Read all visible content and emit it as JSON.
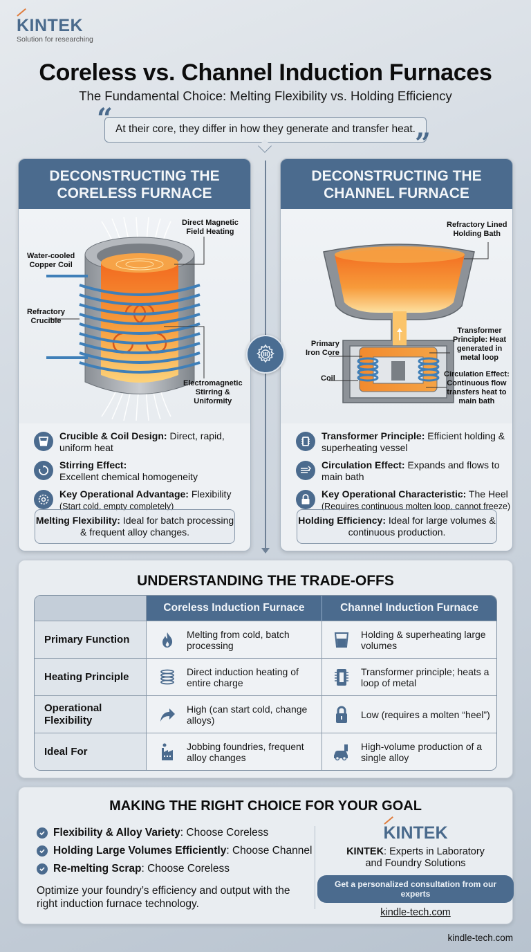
{
  "logo": {
    "word": "KINTEK",
    "tagline": "Solution for researching"
  },
  "header": {
    "title": "Coreless vs. Channel Induction Furnaces",
    "subtitle": "The Fundamental Choice: Melting Flexibility vs. Holding Efficiency",
    "quote": "At their core, they differ in how they generate and transfer heat.",
    "quote_open": "“",
    "quote_close": "”"
  },
  "coreless": {
    "heading_line1": "DECONSTRUCTING THE",
    "heading_line2": "CORELESS FURNACE",
    "callouts": {
      "magnetic": [
        "Direct Magnetic",
        "Field Heating"
      ],
      "coil": [
        "Water-cooled",
        "Copper Coil"
      ],
      "crucible": [
        "Refractory",
        "Crucible"
      ],
      "stirring": [
        "Electromagnetic",
        "Stirring &",
        "Uniformity"
      ]
    },
    "features": [
      {
        "icon": "crucible-icon",
        "title": "Crucible & Coil Design:",
        "text": " Direct, rapid, uniform heat"
      },
      {
        "icon": "stir-icon",
        "title": "Stirring Effect:",
        "text": "Excellent chemical homogeneity"
      },
      {
        "icon": "gear-flex-icon",
        "title": "Key Operational Advantage:",
        "text": " Flexibility",
        "note": "(Start cold, empty completely)"
      }
    ],
    "summary_title": "Melting Flexibility:",
    "summary_text": " Ideal for batch processing & frequent alloy changes."
  },
  "channel": {
    "heading_line1": "DECONSTRUCTING THE",
    "heading_line2": "CHANNEL FURNACE",
    "callouts": {
      "bath": [
        "Refractory Lined",
        "Holding Bath"
      ],
      "transformer": [
        "Transformer",
        "Principle: Heat",
        "generated in",
        "metal loop"
      ],
      "core": [
        "Primary",
        "Iron Core"
      ],
      "coil": [
        "Coil"
      ],
      "circulation": [
        "Circulation Effect:",
        "Continuous flow",
        "transfers heat to",
        "main bath"
      ]
    },
    "features": [
      {
        "icon": "chip-icon",
        "title": "Transformer Principle:",
        "text": " Efficient holding & superheating vessel"
      },
      {
        "icon": "flow-icon",
        "title": "Circulation Effect:",
        "text": " Expands and flows to main bath"
      },
      {
        "icon": "lock-icon",
        "title": "Key Operational Characteristic:",
        "text": " The Heel",
        "note": "(Requires continuous molten loop, cannot freeze)"
      }
    ],
    "summary_title": "Holding Efficiency:",
    "summary_text": " Ideal for large volumes & continuous production."
  },
  "tradeoffs": {
    "title": "UNDERSTANDING THE TRADE-OFFS",
    "columns": [
      "Coreless Induction Furnace",
      "Channel Induction Furnace"
    ],
    "rows": [
      {
        "label": "Primary Function",
        "coreless": "Melting from cold, batch processing",
        "channel": "Holding & superheating large volumes",
        "icons": [
          "flame-icon",
          "vessel-icon"
        ]
      },
      {
        "label": "Heating Principle",
        "coreless": "Direct induction heating of entire charge",
        "channel": "Transformer principle; heats a loop of metal",
        "icons": [
          "coil-icon",
          "chip-icon"
        ]
      },
      {
        "label": "Operational Flexibility",
        "coreless": "High (can start cold, change alloys)",
        "channel": "Low (requires a molten “heel”)",
        "icons": [
          "arrow-icon",
          "lock-icon"
        ]
      },
      {
        "label": "Ideal For",
        "coreless": "Jobbing foundries, frequent alloy changes",
        "channel": "High-volume production of a single alloy",
        "icons": [
          "factory-icon",
          "car-icon"
        ]
      }
    ]
  },
  "choice": {
    "title": "MAKING THE RIGHT CHOICE FOR YOUR GOAL",
    "items": [
      {
        "bold": "Flexibility & Alloy Variety",
        "text": ": Choose Coreless"
      },
      {
        "bold": "Holding Large Volumes Efficiently",
        "text": ": Choose Channel"
      },
      {
        "bold": "Re-melting Scrap",
        "text": ": Choose Coreless"
      }
    ],
    "note": "Optimize your foundry’s efficiency and output with the right induction furnace technology.",
    "brand": {
      "logo": "KINTEK",
      "bold": "KINTEK",
      "text_line1": ": Experts in Laboratory",
      "text_line2": "and Foundry Solutions",
      "cta": "Get a personalized consultation from our experts",
      "link": "kindle-tech.com"
    }
  },
  "footer": {
    "link": "kindle-tech.com"
  },
  "colors": {
    "accent": "#4b6b8e",
    "orange": "#e07b3a",
    "molten": "#f5a040",
    "coil": "#4a88c0"
  }
}
